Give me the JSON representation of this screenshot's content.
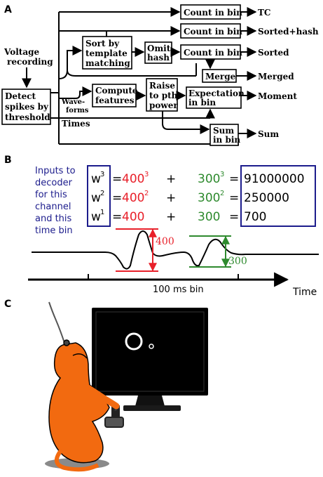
{
  "panels": {
    "a": "A",
    "b": "B",
    "c": "C"
  },
  "panel_a": {
    "input_label_1": "Voltage",
    "input_label_2": "recording",
    "detect_1": "Detect",
    "detect_2": "spikes by",
    "detect_3": "threshold",
    "count_tc": "Count in bin",
    "count_hash": "Count in bin",
    "count_sorted": "Count in bin",
    "sort_1": "Sort by",
    "sort_2": "template",
    "sort_3": "matching",
    "omit_1": "Omit",
    "omit_2": "hash",
    "merge": "Merge",
    "compute_1": "Compute",
    "compute_2": "features",
    "raise_1": "Raise",
    "raise_2": "to pth",
    "raise_3": "power",
    "expect_1": "Expectation",
    "expect_2": "in bin",
    "sum_1": "Sum",
    "sum_2": "in bin",
    "waveforms_1": "Wave-",
    "waveforms_2": "forms",
    "times": "Times",
    "out_tc": "TC",
    "out_sorted_hash": "Sorted+hash",
    "out_sorted": "Sorted",
    "out_merged": "Merged",
    "out_moment": "Moment",
    "out_sum": "Sum"
  },
  "panel_b": {
    "legend_lines": [
      "Inputs to",
      "decoder",
      "for this",
      "channel",
      "and this",
      "time bin"
    ],
    "rows": [
      {
        "w": "w",
        "exp": "3",
        "a": "400",
        "a_exp": "3",
        "plus": "+",
        "b": "300",
        "b_exp": "3",
        "result": "91000000"
      },
      {
        "w": "w",
        "exp": "2",
        "a": "400",
        "a_exp": "2",
        "plus": "+",
        "b": "300",
        "b_exp": "2",
        "result": "250000"
      },
      {
        "w": "w",
        "exp": "1",
        "a": "400",
        "a_exp": "",
        "plus": "+",
        "b": "300",
        "b_exp": "",
        "result": "700"
      }
    ],
    "eq": "=",
    "amp_red": "400",
    "amp_green": "300",
    "bin_label": "100 ms bin",
    "time_label": "Time"
  },
  "colors": {
    "red": "#e8202a",
    "green": "#2e8a2e",
    "navy": "#1c1c8c",
    "monkey": "#f26a10",
    "black": "#000000"
  }
}
